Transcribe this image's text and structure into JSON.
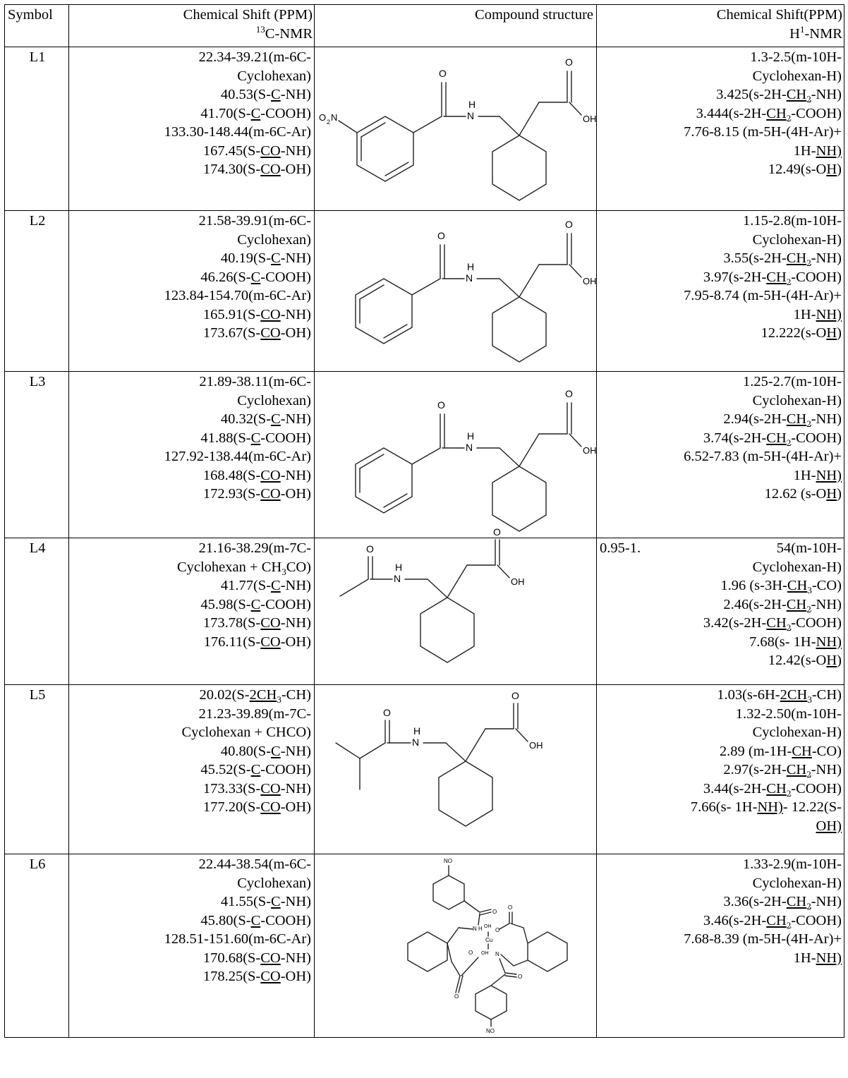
{
  "headers": {
    "symbol": "Symbol",
    "c13_line1": "Chemical Shift (PPM)",
    "c13_sup": "13",
    "c13_line2": "C-NMR",
    "structure": "Compound structure",
    "h1_line1": "Chemical Shift(PPM)",
    "h1_pre": "H",
    "h1_sup": "1",
    "h1_post": "-NMR"
  },
  "labels": {
    "o": "O",
    "oh": "OH",
    "h": "H",
    "no2": "NO",
    "two": "2",
    "o2n": "O",
    "n": "N",
    "cu": "Cu",
    "oh2": "OH"
  },
  "rows": [
    {
      "symbol": "L1",
      "c13": [
        "22.34-39.21(m-6C-",
        "Cyclohexan)",
        "40.53(S-",
        "C",
        "-NH)",
        "41.70(S-",
        "C",
        "-COOH)",
        "133.30-148.44(m-6C-Ar)",
        "167.45(S-",
        "CO",
        "-NH)",
        "174.30(S-",
        "CO",
        "-OH)"
      ],
      "h1": [
        "1.3-2.5(m-10H-",
        "Cyclohexan-H)",
        "3.425(s-2H-",
        "CH",
        "2",
        "-NH)",
        "3.444(s-2H-",
        "CH",
        "2",
        "-COOH)",
        "7.76-8.15 (m-5H-(4H-Ar)+",
        "1H-",
        "NH)",
        "12.49(s-O",
        "H",
        ")"
      ]
    },
    {
      "symbol": "L2",
      "c13": [
        "21.58-39.91(m-6C-",
        "Cyclohexan)",
        "40.19(S-",
        "C",
        "-NH)",
        "46.26(S-",
        "C",
        "-COOH)",
        "123.84-154.70(m-6C-Ar)",
        "165.91(S-",
        "CO",
        "-NH)",
        "173.67(S-",
        "CO",
        "-OH)"
      ],
      "h1": [
        "1.15-2.8(m-10H-",
        "Cyclohexan-H)",
        "3.55(s-2H-",
        "CH",
        "2",
        "-NH)",
        "3.97(s-2H-",
        "CH",
        "2",
        "-COOH)",
        "7.95-8.74 (m-5H-(4H-Ar)+",
        "1H-",
        "NH)",
        "12.222(s-O",
        "H",
        ")"
      ]
    },
    {
      "symbol": "L3",
      "c13": [
        "21.89-38.11(m-6C-",
        "Cyclohexan)",
        "40.32(S-",
        "C",
        "-NH)",
        "41.88(S-",
        "C",
        "-COOH)",
        "127.92-138.44(m-6C-Ar)",
        "168.48(S-",
        "CO",
        "-NH)",
        "172.93(S-",
        "CO",
        "-OH)"
      ],
      "h1": [
        "1.25-2.7(m-10H-",
        "Cyclohexan-H)",
        "2.94(s-2H-",
        "CH",
        "2",
        "-NH)",
        "3.74(s-2H-",
        "CH",
        "2",
        "-COOH)",
        "6.52-7.83 (m-5H-(4H-Ar)+",
        "1H-",
        "NH)",
        "12.62 (s-O",
        "H",
        ")"
      ]
    },
    {
      "symbol": "L4",
      "c13": [
        "21.16-38.29(m-7C-",
        "Cyclohexan + CH",
        "3",
        "CO)",
        "41.77(S-",
        "C",
        "-NH)",
        "45.98(S-",
        "C",
        "-COOH)",
        "173.78(S-",
        "CO",
        "-NH)",
        "176.11(S-",
        "CO",
        "-OH)"
      ],
      "h1": [
        "0.95-1.",
        "54(m-10H-",
        "Cyclohexan-H)",
        "1.96 (s-3H-",
        "CH",
        "3",
        "-CO)",
        "2.46(s-2H-",
        "CH",
        "2",
        "-NH)",
        "3.42(s-2H-",
        "CH",
        "2",
        "-COOH)",
        "7.68(s- 1H-",
        "NH)",
        "12.42(s-O",
        "H",
        ")"
      ]
    },
    {
      "symbol": "L5",
      "c13": [
        "20.02(S-",
        "2CH",
        "3",
        "-CH)",
        "21.23-39.89(m-7C-",
        "Cyclohexan + CHCO)",
        "40.80(S-",
        "C",
        "-NH)",
        "45.52(S-",
        "C",
        "-COOH)",
        "173.33(S-",
        "CO",
        "-NH)",
        "177.20(S-",
        "CO",
        "-OH)"
      ],
      "h1": [
        "1.03(s-6H-",
        "2CH",
        "3",
        "-CH)",
        "1.32-2.50(m-10H-",
        "Cyclohexan-H)",
        "2.89 (m-1H-",
        "CH",
        "-CO)",
        "2.97(s-2H-",
        "CH",
        "2",
        "-NH)",
        "3.44(s-2H-",
        "CH",
        "2",
        "-COOH)",
        "7.66(s- 1H-",
        "NH)",
        "- 12.22(S-",
        "O",
        "H)"
      ]
    },
    {
      "symbol": "L6",
      "c13": [
        "22.44-38.54(m-6C-",
        "Cyclohexan)",
        "41.55(S-",
        "C",
        "-NH)",
        "45.80(S-",
        "C",
        "-COOH)",
        "128.51-151.60(m-6C-Ar)",
        "170.68(S-",
        "CO",
        "-NH)",
        "178.25(S-",
        "CO",
        "-OH)"
      ],
      "h1": [
        "1.33-2.9(m-10H-",
        "Cyclohexan-H)",
        "3.36(s-2H-",
        "CH",
        "2",
        "-NH)",
        "3.46(s-2H-",
        "CH",
        "2",
        "-COOH)",
        "7.68-8.39 (m-5H-(4H-Ar)+",
        "1H-",
        "NH)"
      ]
    }
  ]
}
